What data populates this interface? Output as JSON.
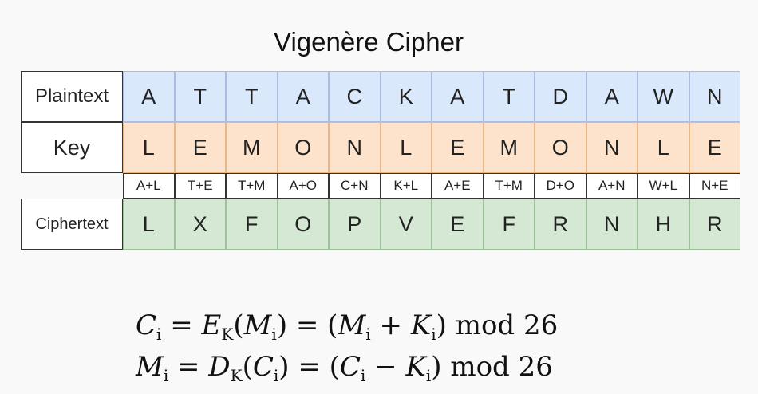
{
  "title": "Vigenère Cipher",
  "rows": {
    "plaintext": {
      "label": "Plaintext",
      "letters": [
        "A",
        "T",
        "T",
        "A",
        "C",
        "K",
        "A",
        "T",
        "D",
        "A",
        "W",
        "N"
      ],
      "color": "#dae8fc"
    },
    "key": {
      "label": "Key",
      "letters": [
        "L",
        "E",
        "M",
        "O",
        "N",
        "L",
        "E",
        "M",
        "O",
        "N",
        "L",
        "E"
      ],
      "color": "#fde3cb"
    },
    "sums": [
      "A+L",
      "T+E",
      "T+M",
      "A+O",
      "C+N",
      "K+L",
      "A+E",
      "T+M",
      "D+O",
      "A+N",
      "W+L",
      "N+E"
    ],
    "ciphertext": {
      "label": "Ciphertext",
      "letters": [
        "L",
        "X",
        "F",
        "O",
        "P",
        "V",
        "E",
        "F",
        "R",
        "N",
        "H",
        "R"
      ],
      "color": "#d5e8d4"
    }
  },
  "formulas": {
    "encrypt": {
      "lhs": "C",
      "lhs_sub": "i",
      "op": "E",
      "op_sub": "K",
      "arg": "M",
      "arg_sub": "i",
      "a": "M",
      "a_sub": "i",
      "sign": "+",
      "b": "K",
      "b_sub": "i",
      "mod": "mod 26"
    },
    "decrypt": {
      "lhs": "M",
      "lhs_sub": "i",
      "op": "D",
      "op_sub": "K",
      "arg": "C",
      "arg_sub": "i",
      "a": "C",
      "a_sub": "i",
      "sign": "−",
      "b": "K",
      "b_sub": "i",
      "mod": "mod 26"
    }
  }
}
